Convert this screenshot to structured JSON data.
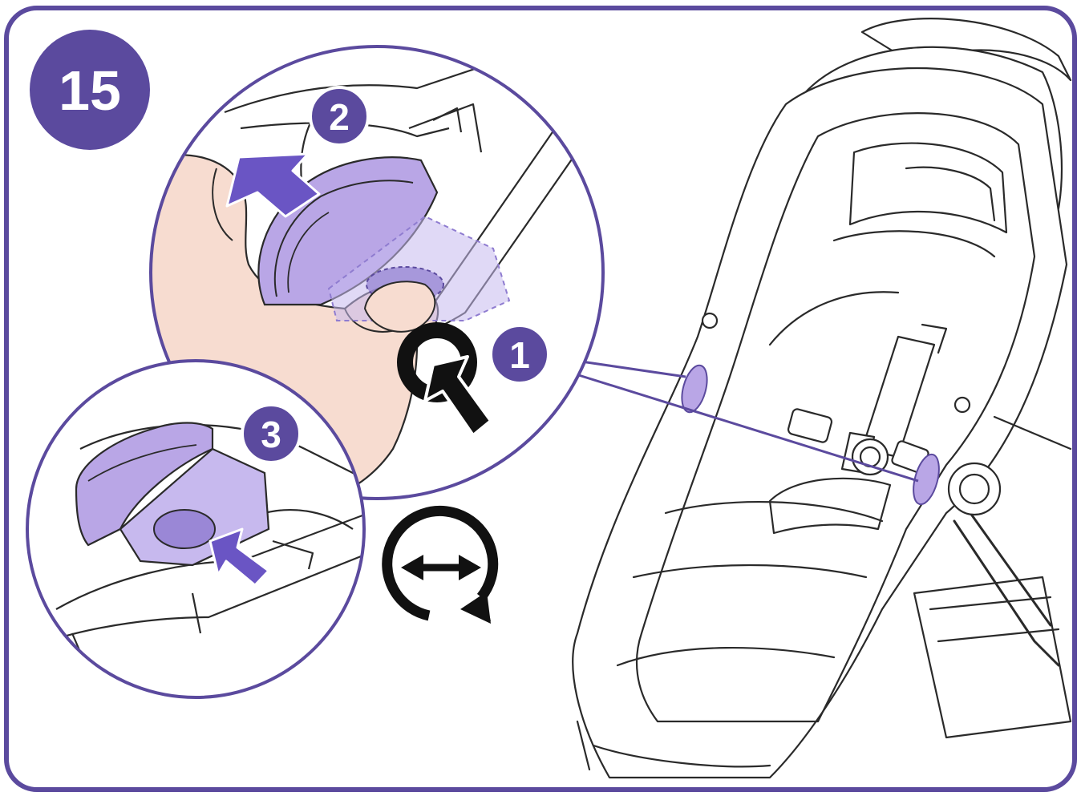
{
  "step": {
    "number": "15"
  },
  "callouts": [
    {
      "id": "1",
      "label": "1"
    },
    {
      "id": "2",
      "label": "2"
    },
    {
      "id": "3",
      "label": "3"
    }
  ],
  "icons": {
    "press": "press-button-icon",
    "pull": "pull-arrow-icon",
    "reversible": "reversible-seat-icon"
  },
  "colors": {
    "frame": "#5b4a9e",
    "badge": "#5b4a9e",
    "button": "#b9a6e6",
    "button_dark": "#8f7cd0",
    "skin": "#f7dcd0",
    "ink": "#1a1a1a"
  }
}
